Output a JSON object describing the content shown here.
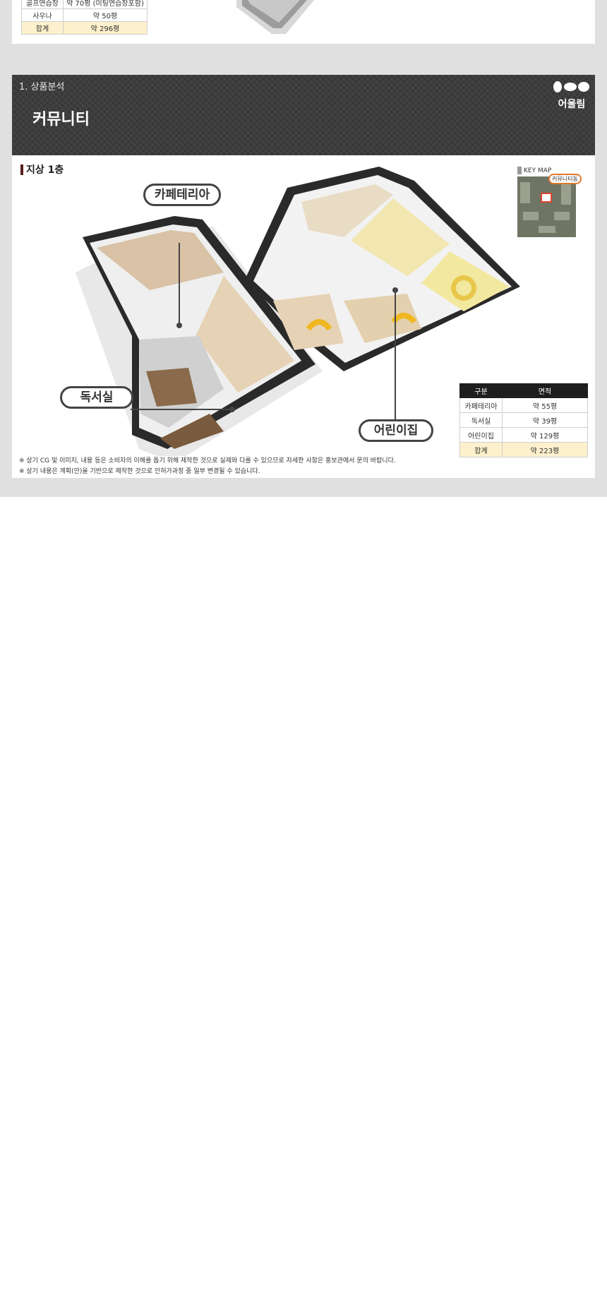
{
  "top_table": {
    "rows": [
      {
        "label": "골프연습장",
        "value": "약 70평 (미팅연습장포함)"
      },
      {
        "label": "사우나",
        "value": "약 50평"
      },
      {
        "label": "합계",
        "value": "약 296평"
      }
    ]
  },
  "header": {
    "section_label": "1. 상품분석",
    "title": "커뮤니티",
    "brand": "어울림"
  },
  "floor_label": "지상 1층",
  "callouts": {
    "cafeteria": "카페테리아",
    "reading_room": "독서실",
    "daycare": "어린이집"
  },
  "keymap": {
    "label": "KEY MAP",
    "tag": "커뮤니티동"
  },
  "area_table": {
    "headers": [
      "구분",
      "면적"
    ],
    "rows": [
      {
        "label": "카페테리아",
        "value": "약 55평"
      },
      {
        "label": "독서실",
        "value": "약 39평"
      },
      {
        "label": "어린이집",
        "value": "약 129평"
      },
      {
        "label": "합계",
        "value": "약 223평"
      }
    ]
  },
  "notes": [
    "※ 상기 CG 및 이미지, 내용 등은 소비자의 이해를 돕기 위해 제작한 것으로 실제와 다를 수 있으므로 자세한 사항은 홍보관에서 문의 바랍니다.",
    "※ 상기 내용은 계획(안)을 기반으로 제작한 것으로 인허가과정 중 일부 변경될 수 있습니다."
  ],
  "colors": {
    "band": "#e0e0e0",
    "header_bg": "#3d3d3d",
    "sum_row": "#fdf0cc",
    "table_head": "#1e1e1e",
    "keymap_tag_border": "#e07a2e"
  }
}
